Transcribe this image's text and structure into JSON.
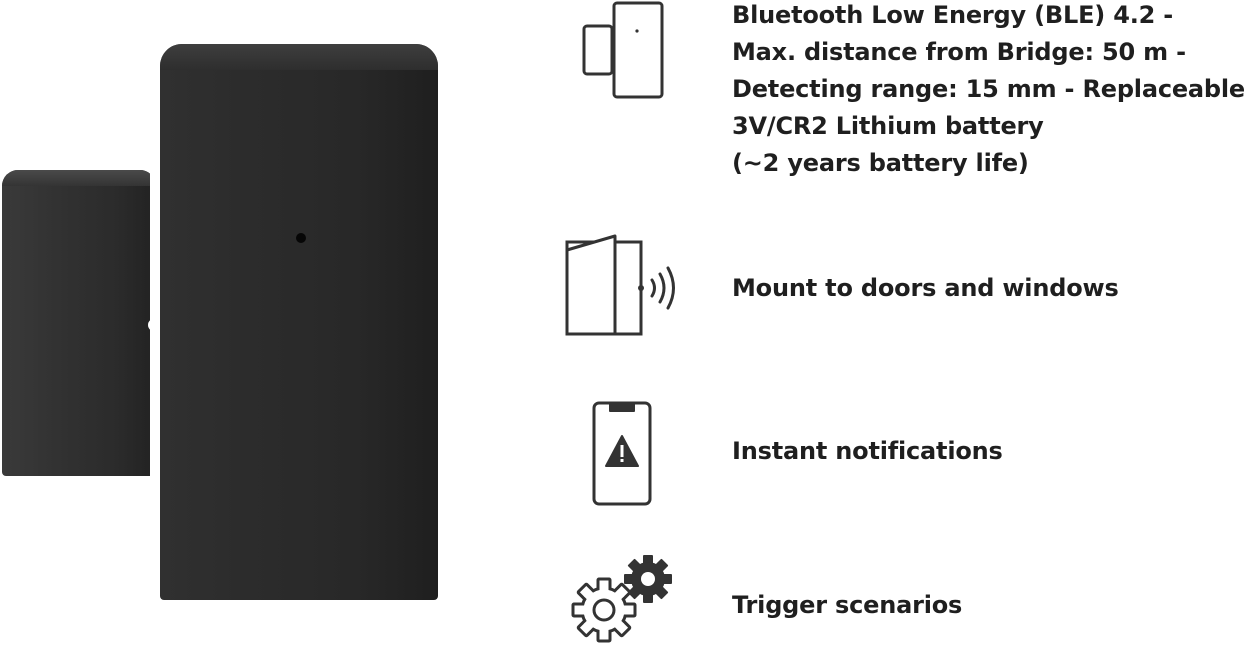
{
  "product": {
    "color_body": "#2b2b2b",
    "color_led": "#060606"
  },
  "features": [
    {
      "icon": "sensor-device-icon",
      "lines": [
        "Bluetooth Low Energy (BLE) 4.2 -",
        "Max. distance from Bridge: 50 m -",
        "Detecting range: 15 mm - Replaceable",
        "3V/CR2 Lithium battery",
        "(~2 years battery life)"
      ]
    },
    {
      "icon": "door-signal-icon",
      "lines": [
        "Mount to doors and windows"
      ]
    },
    {
      "icon": "phone-warning-icon",
      "lines": [
        "Instant notifications"
      ]
    },
    {
      "icon": "gears-icon",
      "lines": [
        "Trigger scenarios"
      ]
    }
  ],
  "colors": {
    "text": "#1f1f1f",
    "icon_stroke": "#333333"
  }
}
